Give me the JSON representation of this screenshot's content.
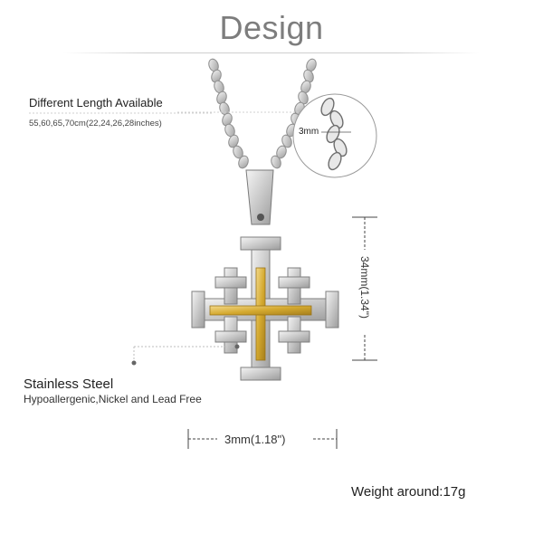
{
  "title": "Design",
  "length": {
    "heading": "Different Length Available",
    "values": "55,60,65,70cm(22,24,26,28inches)"
  },
  "chain_detail": {
    "width_label": "3mm"
  },
  "material": {
    "heading": "Stainless Steel",
    "description": "Hypoallergenic,Nickel and Lead Free"
  },
  "dimensions": {
    "height_label": "34mm(1.34\")",
    "width_label": "3mm(1.18\")"
  },
  "weight": "Weight around:17g",
  "colors": {
    "silver": "#d6d6d6",
    "gold": "#d8b23a",
    "title_gray": "#7d7d7d"
  }
}
